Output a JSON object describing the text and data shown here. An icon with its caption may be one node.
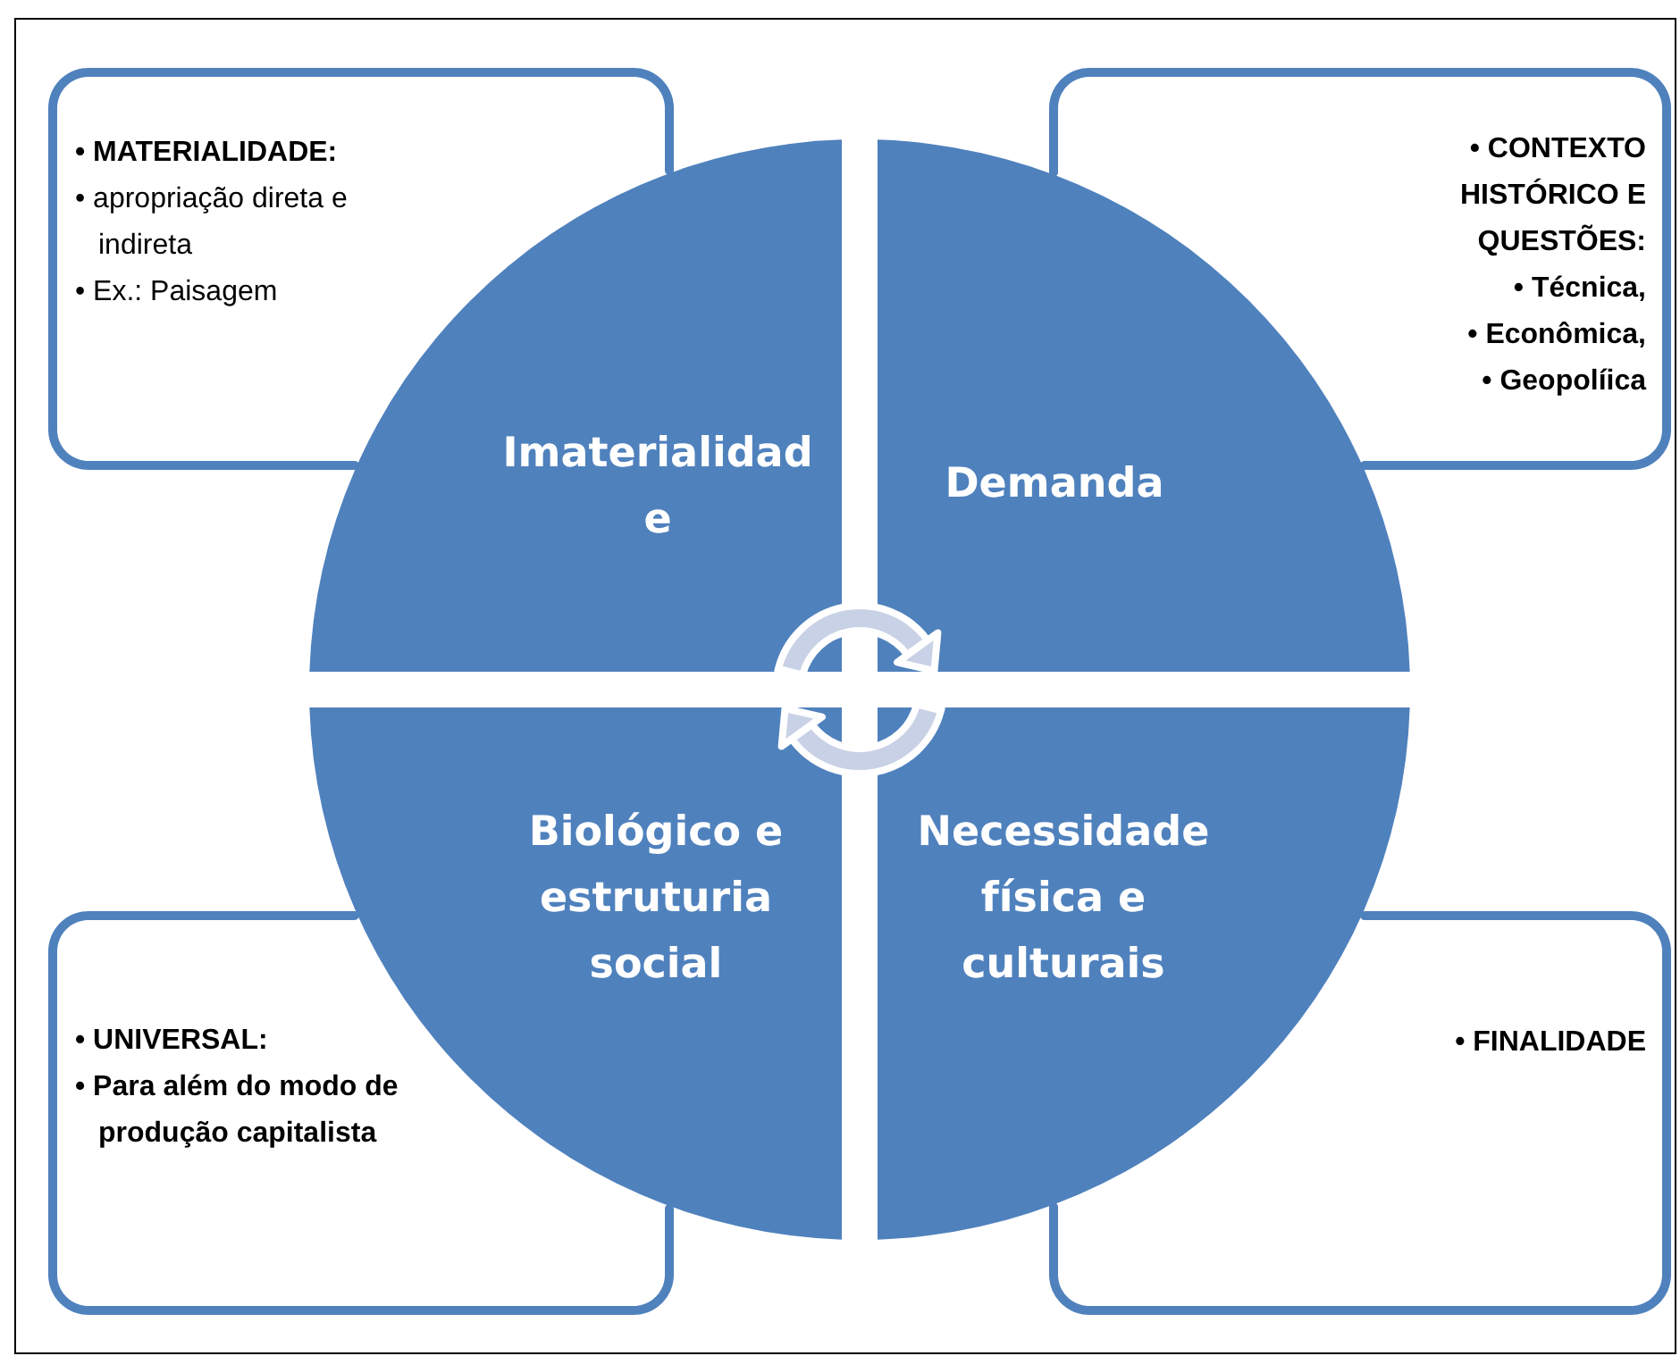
{
  "diagram": {
    "nodes": [
      {
        "text": [
          "• MATERIALIDADE:",
          "• apropriação direta e indireta",
          "• Ex.: Paisagem"
        ]
      },
      {
        "text": [
          "• CONTEXTO HISTÓRICO E QUESTÕES:",
          "• Técnica,",
          "• Econômica,",
          "• Geopolíica"
        ]
      },
      {
        "text": [
          "Imaterialidad e"
        ]
      },
      {
        "text": [
          "Demanda"
        ]
      },
      {
        "text": [
          "Biológico e estruturia social"
        ]
      },
      {
        "text": [
          "Necessidade física e culturais"
        ]
      },
      {
        "text": [
          "• UNIVERSAL:",
          "• Para além do modo de produção capitalista"
        ]
      },
      {
        "text": [
          "• FINALIDADE"
        ]
      }
    ]
  }
}
